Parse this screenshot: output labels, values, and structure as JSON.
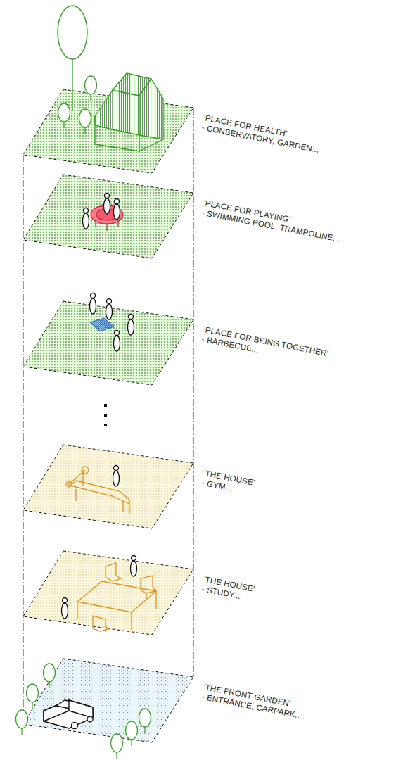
{
  "diagram": {
    "labels": [
      "'PLACE FOR HEALTH'",
      "- CONSERVATORY, GARDEN...",
      "'PLACE FOR PLAYING'",
      "- SWIMMING POOL, TRAMPOLINE...",
      "'PLACE FOR BEING TOGETHER'",
      "- BARBECUE...",
      "'THE HOUSE'",
      "- GYM...",
      "'THE HOUSE'",
      "- STUDY...",
      "'THE FRONT GARDEN'",
      "- ENTRANCE, CARPARK..."
    ]
  }
}
